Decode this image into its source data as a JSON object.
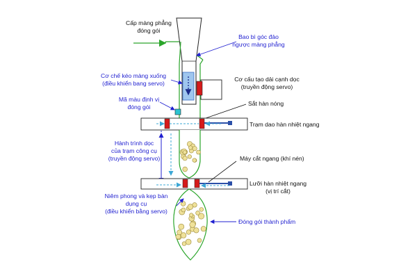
{
  "diagram": {
    "colors": {
      "label_blue": "#1f1fd0",
      "label_black": "#111111",
      "film_green": "#2aa52a",
      "sealer_red": "#d51a1a",
      "blade_blue": "#2b4fa8",
      "motion_cyan": "#3ba7d6",
      "fill_blue": "#9fc6ee",
      "product_yellow": "#efe19a",
      "mark_teal": "#2cc4d1"
    },
    "labels": {
      "film_supply_l1": "Cấp màng phẳng",
      "film_supply_l2": "đóng gói",
      "former_l1": "Bao bì góc đảo",
      "former_l2": "ngược màng phẳng",
      "film_pull_l1": "Cơ chế kéo màng xuống",
      "film_pull_l2": "(điều khiển bang servo)",
      "vertical_sealer_l1": "Cơ cấu tạo dải cạnh dọc",
      "vertical_sealer_l2": "(truyền động servo)",
      "registration_mark_l1": "Mã màu định vị",
      "registration_mark_l2": "đóng gói",
      "hot_iron": "Sắt hàn nóng",
      "horizontal_station": "Trạm dao hàn nhiệt ngang",
      "vertical_travel_l1": "Hành trình dọc",
      "vertical_travel_l2": "của trạm công cụ",
      "vertical_travel_l3": "(truyền động servo)",
      "cutter": "Máy cắt ngang (khí nén)",
      "seal_jaws_l1": "Lưỡi hàn nhiệt ngang",
      "seal_jaws_l2": "(vị trí cắt)",
      "seal_clamp_l1": "Niêm phong và kẹp bàn",
      "seal_clamp_l2": "dụng cụ",
      "seal_clamp_l3": "(điều khiển bằng servo)",
      "finished_bag": "Đóng gói thành phẩm"
    }
  }
}
